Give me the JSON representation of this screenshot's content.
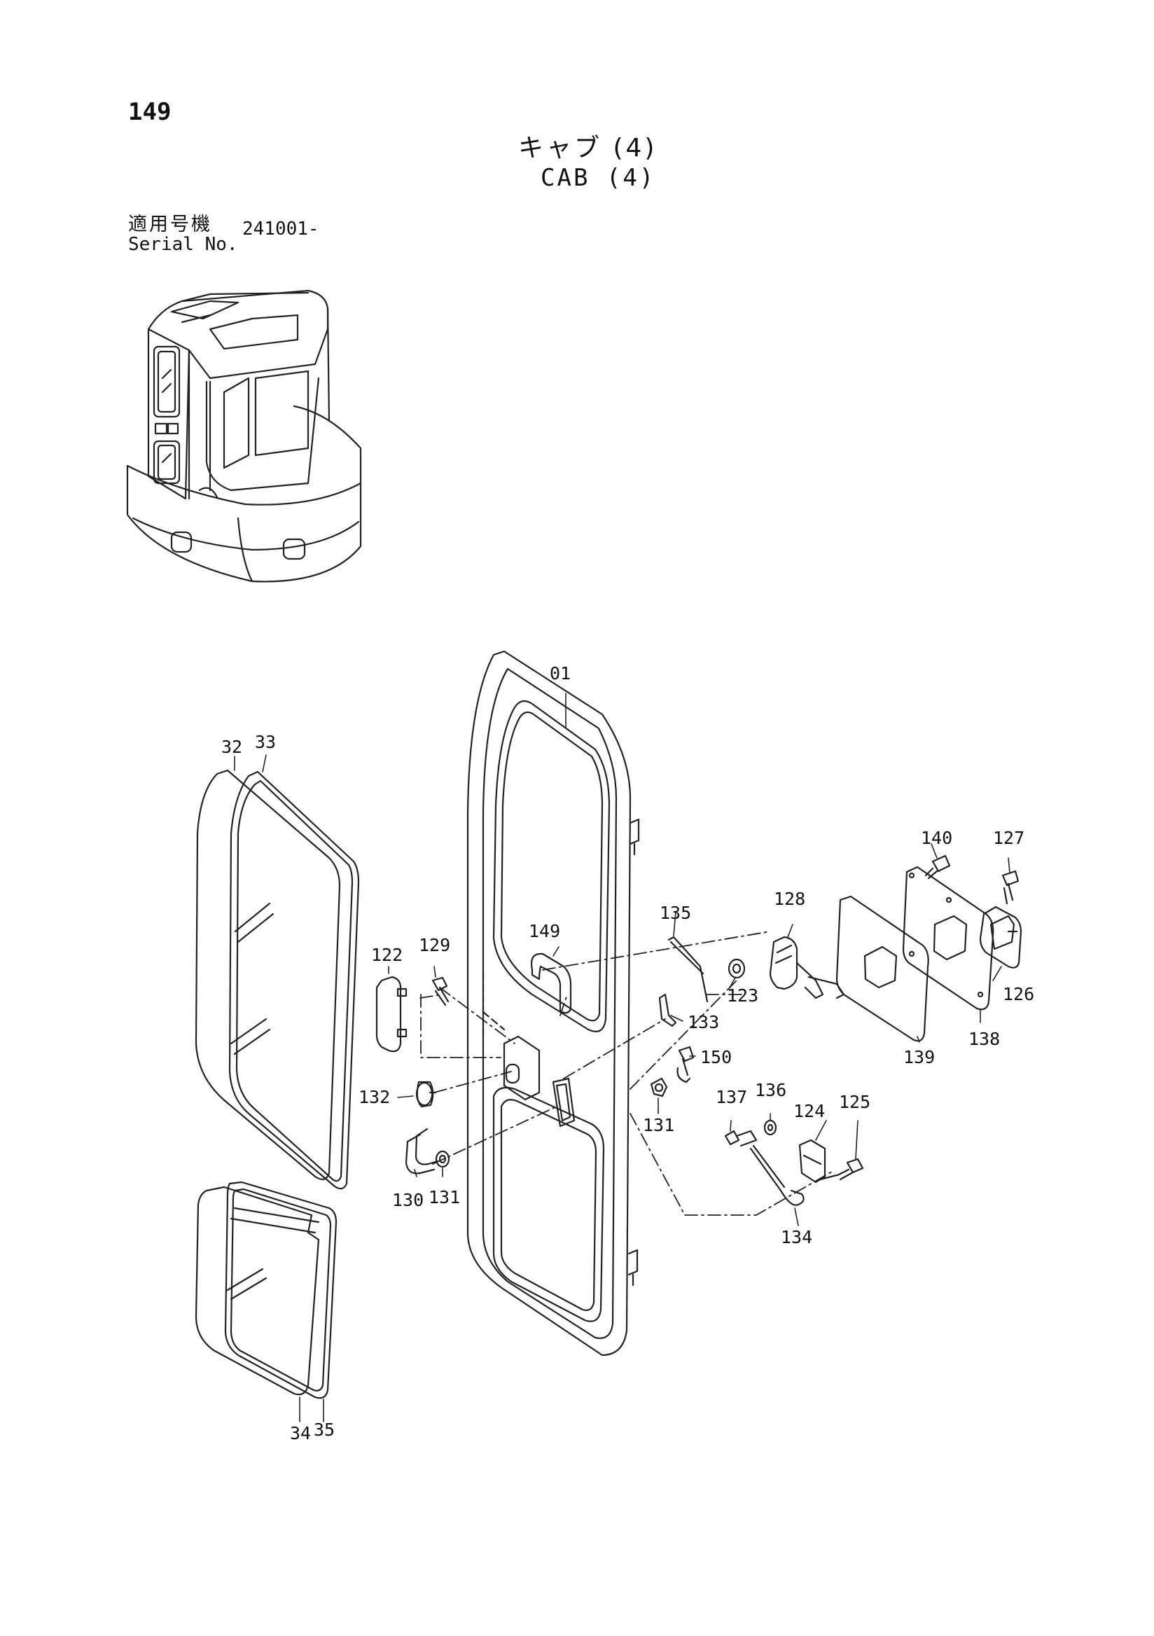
{
  "page_number": "149",
  "title_jp": "キャブ (4)",
  "title_en": "CAB (4)",
  "serial_label_jp": "適用号機",
  "serial_label_en": "Serial No.",
  "serial_value": "241001-",
  "callouts": {
    "c01": "01",
    "c32": "32",
    "c33": "33",
    "c34": "34",
    "c35": "35",
    "c122": "122",
    "c123": "123",
    "c124": "124",
    "c125": "125",
    "c126": "126",
    "c127": "127",
    "c128": "128",
    "c129": "129",
    "c130": "130",
    "c131a": "131",
    "c131b": "131",
    "c132": "132",
    "c133": "133",
    "c134": "134",
    "c135": "135",
    "c136": "136",
    "c137": "137",
    "c138": "138",
    "c139": "139",
    "c140": "140",
    "c149": "149",
    "c150": "150"
  }
}
